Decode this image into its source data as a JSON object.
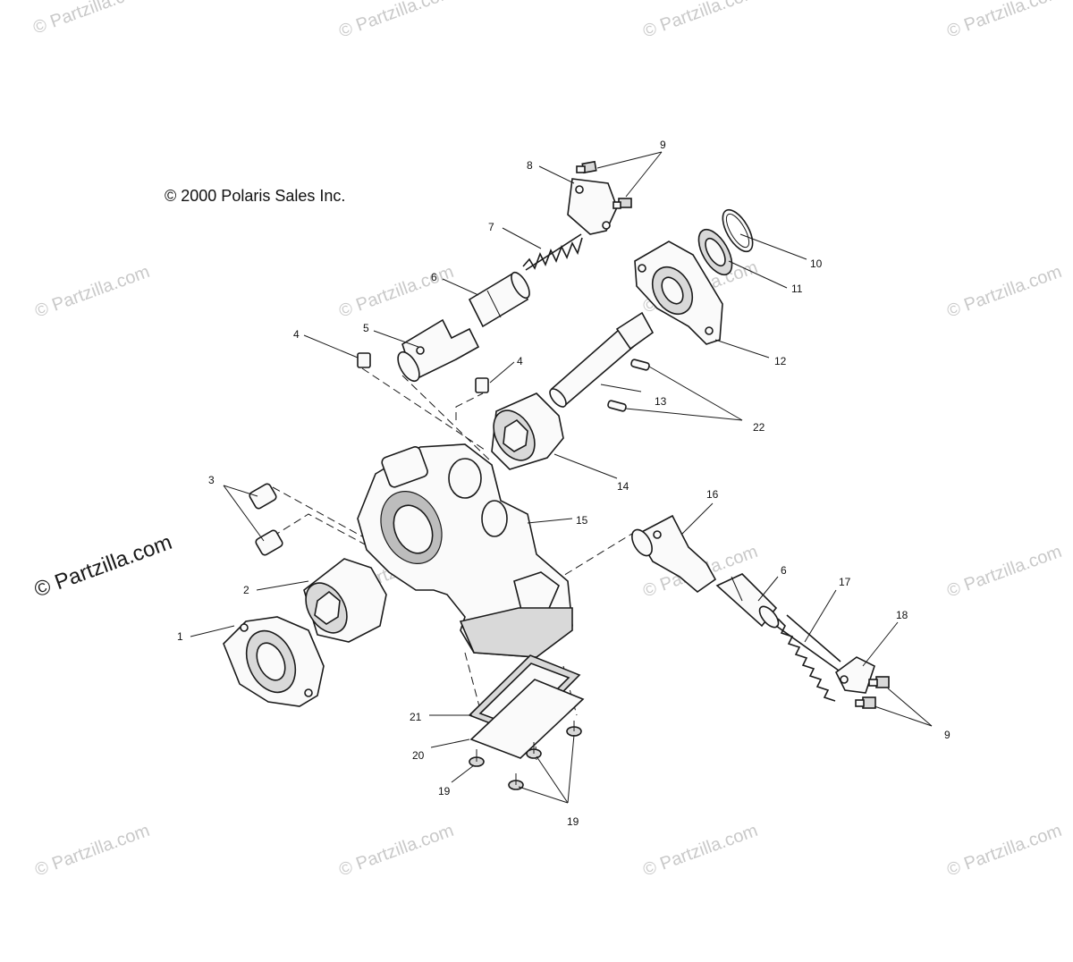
{
  "copyright": "© 2000 Polaris Sales Inc.",
  "watermark": "© Partzilla.com",
  "watermark_main": "© Partzilla.com",
  "callouts": {
    "c1": "1",
    "c2": "2",
    "c3": "3",
    "c4a": "4",
    "c4b": "4",
    "c5": "5",
    "c6a": "6",
    "c6b": "6",
    "c7": "7",
    "c8": "8",
    "c9a": "9",
    "c9b": "9",
    "c10": "10",
    "c11": "11",
    "c12": "12",
    "c13": "13",
    "c14": "14",
    "c15": "15",
    "c16": "16",
    "c17": "17",
    "c18": "18",
    "c19a": "19",
    "c19b": "19",
    "c20": "20",
    "c21": "21",
    "c22": "22"
  },
  "colors": {
    "line": "#1a1a1a",
    "watermark": "#c9c9c9",
    "background": "#ffffff"
  }
}
